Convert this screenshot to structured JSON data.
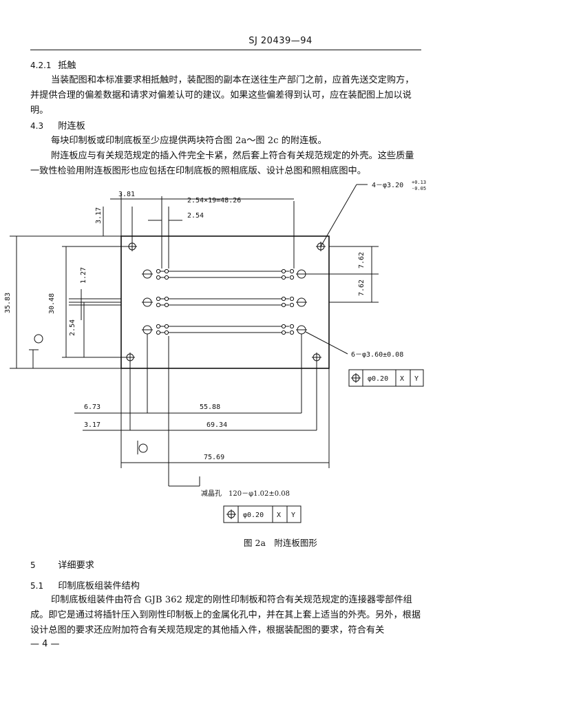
{
  "header": "SJ 20439—94",
  "sections": {
    "s421": {
      "num": "4.2.1",
      "title": "抵触"
    },
    "s43": {
      "num": "4.3",
      "title": "附连板"
    },
    "s5": {
      "num": "5",
      "title": "详细要求"
    },
    "s51": {
      "num": "5.1",
      "title": "印制底板组装件结构"
    }
  },
  "paragraphs": {
    "p421": "当装配图和本标准要求相抵触时，装配图的副本在送往生产部门之前，应首先送交定购方，并提供合理的偏差数据和请求对偏差认可的建议。如果这些偏差得到认可，应在装配图上加以说明。",
    "p43a": "每块印制板或印制底板至少应提供两块符合图 2a～图 2c 的附连板。",
    "p43b": "附连板应与有关规范规定的插入件完全卡紧，然后套上符合有关规范规定的外壳。这些质量一致性检验用附连板图形也应包括在印制底板的照相底版、设计总图和照相底图中。",
    "p51": "印制底板组装件由符合 GJB 362 规定的刚性印制板和符合有关规范规定的连接器零部件组成。即它是通过将插针压入到刚性印制板上的金属化孔中，并在其上套上适当的外壳。另外，根据设计总图的要求还应附加符合有关规范规定的其他插入件，根据装配图的要求，符合有关"
  },
  "figure": {
    "dims": {
      "d381": "3.81",
      "d317top": "3.17",
      "pitch": "2.54×19=48.26",
      "d254top": "2.54",
      "holes4": "4－φ3.20",
      "tol4_up": "+0.13",
      "tol4_dn": "-0.05",
      "d3583": "35.83",
      "d3048": "30.48",
      "d127": "1.27",
      "d254left": "2.54",
      "d762a": "7.62",
      "d762b": "7.62",
      "holes6": "6－φ3.60±0.08",
      "d673": "6.73",
      "d5588": "55.88",
      "d317b": "3.17",
      "d6934": "69.34",
      "d7569": "75.69",
      "plated": "减晶孔　120－φ1.02±0.08",
      "datum_y": "Y",
      "datum_x": "X",
      "fcf1_tol": "φ0.20",
      "fcf2_tol": "φ0.20"
    },
    "caption": "图 2a　附连板图形"
  },
  "page_number": "— 4 —"
}
